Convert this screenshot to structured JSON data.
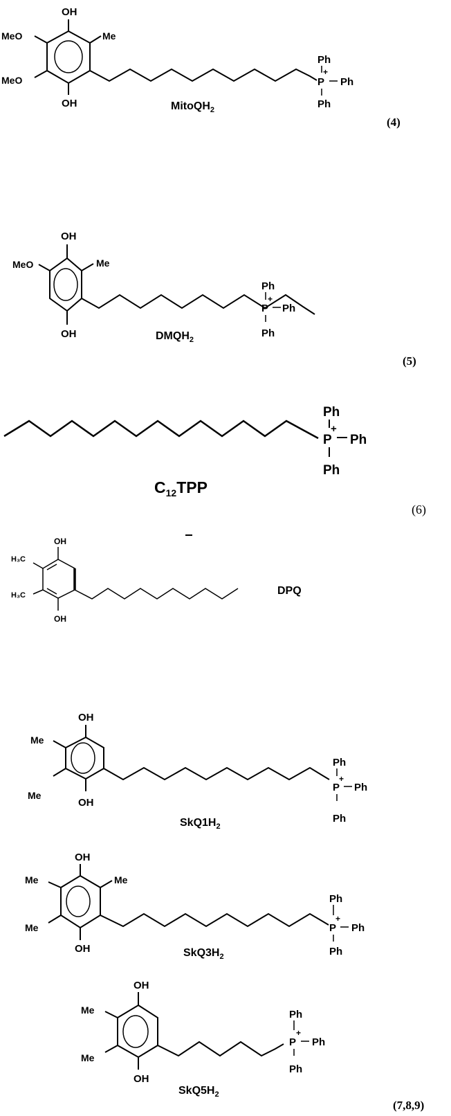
{
  "figure": {
    "compounds": [
      {
        "id": "mitoqh2",
        "name_main": "MitoQH",
        "name_sub": "2",
        "number": "(4)",
        "substituents": {
          "top": "OH",
          "bottom": "OH",
          "upper_left": "MeO",
          "lower_left": "MeO",
          "upper_right": "Me"
        },
        "cation": {
          "atom": "P",
          "charge": "+",
          "groups": [
            "Ph",
            "Ph",
            "Ph"
          ]
        }
      },
      {
        "id": "dmqh2",
        "name_main": "DMQH",
        "name_sub": "2",
        "number": "(5)",
        "substituents": {
          "top": "OH",
          "bottom": "OH",
          "upper_left": "MeO",
          "upper_right": "Me"
        },
        "cation": {
          "atom": "P",
          "charge": "+",
          "groups": [
            "Ph",
            "Ph",
            "Ph"
          ]
        }
      },
      {
        "id": "c12tpp",
        "name_main": "C",
        "name_sub": "12",
        "name_tail": "TPP",
        "number": "(6)",
        "cation": {
          "atom": "P",
          "charge": "+",
          "groups": [
            "Ph",
            "Ph",
            "Ph"
          ]
        }
      },
      {
        "id": "dpq",
        "name_main": "DPQ",
        "substituents": {
          "top": "OH",
          "bottom": "OH",
          "upper_left": "H₃C",
          "lower_left": "H₃C"
        }
      },
      {
        "id": "skq1h2",
        "name_main": "SkQ1H",
        "name_sub": "2",
        "substituents": {
          "top": "OH",
          "bottom": "OH",
          "upper_left": "Me",
          "lower_left": "Me"
        },
        "cation": {
          "atom": "P",
          "charge": "+",
          "groups": [
            "Ph",
            "Ph",
            "Ph"
          ]
        }
      },
      {
        "id": "skq3h2",
        "name_main": "SkQ3H",
        "name_sub": "2",
        "substituents": {
          "top": "OH",
          "bottom": "OH",
          "upper_left": "Me",
          "lower_left": "Me",
          "upper_right": "Me"
        },
        "cation": {
          "atom": "P",
          "charge": "+",
          "groups": [
            "Ph",
            "Ph",
            "Ph"
          ]
        }
      },
      {
        "id": "skq5h2",
        "name_main": "SkQ5H",
        "name_sub": "2",
        "number": "(7,8,9)",
        "substituents": {
          "top": "OH",
          "bottom": "OH",
          "upper_left": "Me",
          "lower_left": "Me"
        },
        "cation": {
          "atom": "P",
          "charge": "+",
          "groups": [
            "Ph",
            "Ph",
            "Ph"
          ]
        }
      }
    ]
  }
}
